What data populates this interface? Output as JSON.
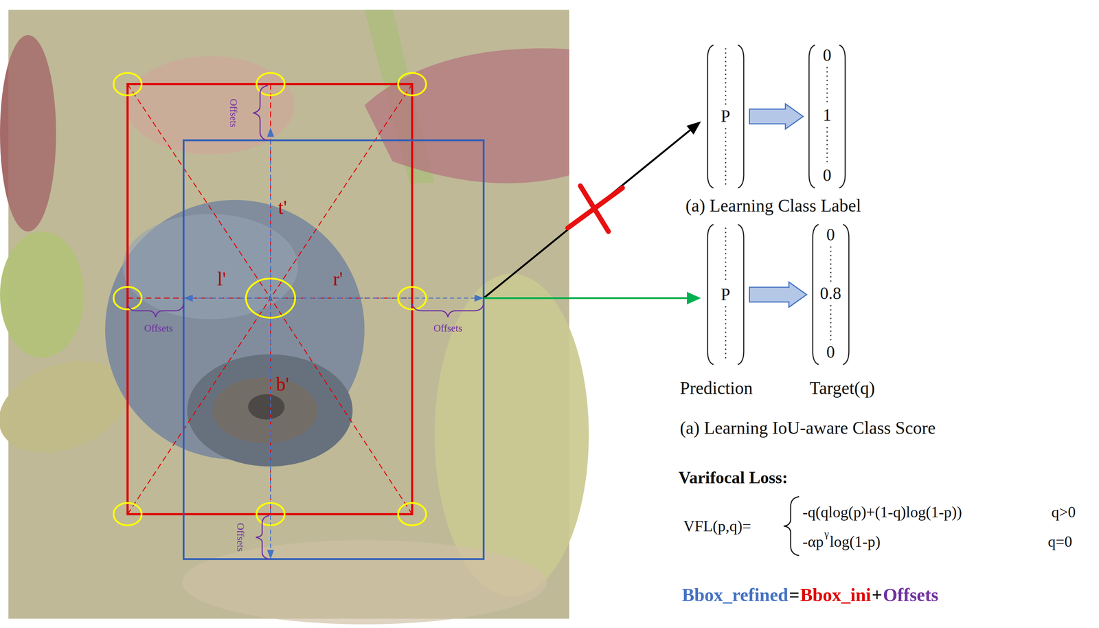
{
  "diagram": {
    "nodes": [
      {
        "text": [
          "P"
        ]
      },
      {
        "text": [
          "0",
          "1",
          "0"
        ]
      },
      {
        "text": [
          "P"
        ]
      },
      {
        "text": [
          "0",
          "0.8",
          "0"
        ]
      }
    ],
    "edges": [
      {
        "from": 0,
        "to": 1,
        "arrow": "to"
      },
      {
        "from": 2,
        "to": 3,
        "arrow": "to"
      }
    ],
    "labels": [
      "t'",
      "l'",
      "r'",
      "b'",
      "Offsets",
      "Offsets",
      "Offsets",
      "Offsets",
      "(a) Learning Class Label",
      "Prediction",
      "Target(q)",
      "(a) Learning IoU-aware Class Score",
      "Varifocal Loss:",
      "VFL(p,q)=",
      "-q(qlog(p)+(1-q)log(1-p))",
      "q>0",
      "-αp",
      "γ",
      "log(1-p)",
      "q=0",
      "Bbox_refined",
      "=",
      "Bbox_ini",
      "+",
      "Offsets"
    ]
  }
}
